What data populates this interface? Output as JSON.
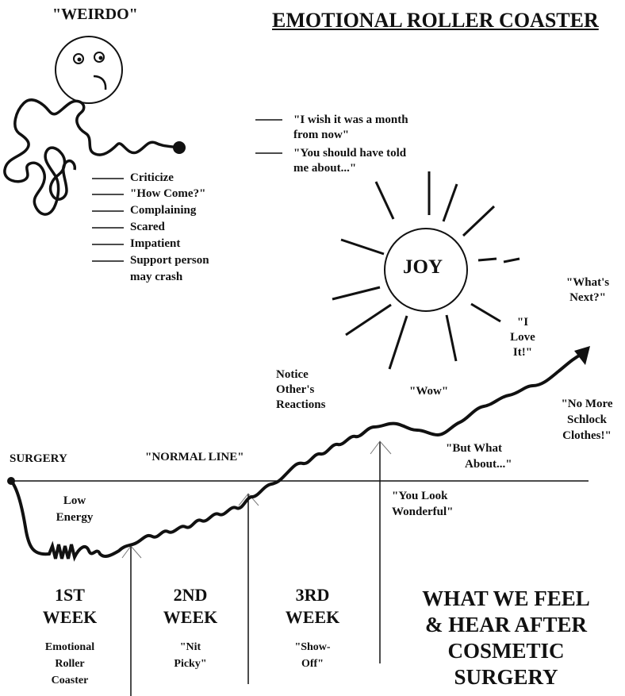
{
  "title": "EMOTIONAL ROLLER COASTER",
  "weirdo_label": "\"WEIRDO\"",
  "weirdo_traits": [
    "Criticize",
    "\"How Come?\"",
    "Complaining",
    "Scared",
    "Impatient",
    "Support person",
    "may crash"
  ],
  "quotes": {
    "wish": [
      "\"I wish it was a month",
      "from now\""
    ],
    "told": [
      "\"You should have told",
      "me about...\""
    ]
  },
  "joy": "JOY",
  "labels": {
    "whats_next": [
      "\"What's",
      "Next?\""
    ],
    "i_love_it": [
      "\"I",
      "Love",
      "It!\""
    ],
    "notice": [
      "Notice",
      "Other's",
      "Reactions"
    ],
    "wow": "\"Wow\"",
    "no_more": [
      "\"No More",
      "Schlock",
      "Clothes!\""
    ],
    "but_what": [
      "\"But What",
      "About...\""
    ],
    "surgery": "SURGERY",
    "normal_line": "\"NORMAL LINE\"",
    "you_look": [
      "\"You Look",
      "Wonderful\""
    ],
    "low_energy": [
      "Low",
      "Energy"
    ]
  },
  "weeks": [
    {
      "num": "1ST",
      "word": "WEEK",
      "desc": [
        "Emotional",
        "Roller",
        "Coaster"
      ]
    },
    {
      "num": "2ND",
      "word": "WEEK",
      "desc": [
        "\"Nit",
        "Picky\""
      ]
    },
    {
      "num": "3RD",
      "word": "WEEK",
      "desc": [
        "\"Show-",
        "Off\""
      ]
    }
  ],
  "caption": [
    "WHAT WE FEEL",
    "& HEAR AFTER",
    "COSMETIC",
    "SURGERY"
  ]
}
